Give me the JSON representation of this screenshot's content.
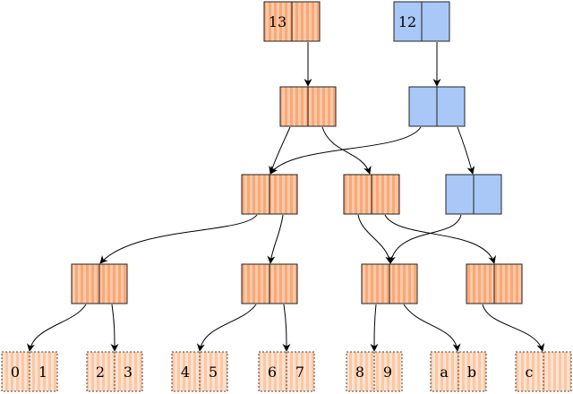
{
  "colors": {
    "orange_stripe_dark": "#f9a878",
    "orange_stripe_light": "#fbc9a6",
    "leaf_stripe_dark": "#fbc7a4",
    "leaf_stripe_light": "#fde2cf",
    "blue_fill": "#a9c8f7",
    "stroke": "#222222",
    "edge": "#000000"
  },
  "roots": [
    {
      "label": "13",
      "theme": "orange"
    },
    {
      "label": "12",
      "theme": "blue"
    }
  ],
  "leaves": [
    {
      "left": "0",
      "right": "1"
    },
    {
      "left": "2",
      "right": "3"
    },
    {
      "left": "4",
      "right": "5"
    },
    {
      "left": "6",
      "right": "7"
    },
    {
      "left": "8",
      "right": "9"
    },
    {
      "left": "a",
      "right": "b"
    },
    {
      "left": "c",
      "right": ""
    }
  ]
}
